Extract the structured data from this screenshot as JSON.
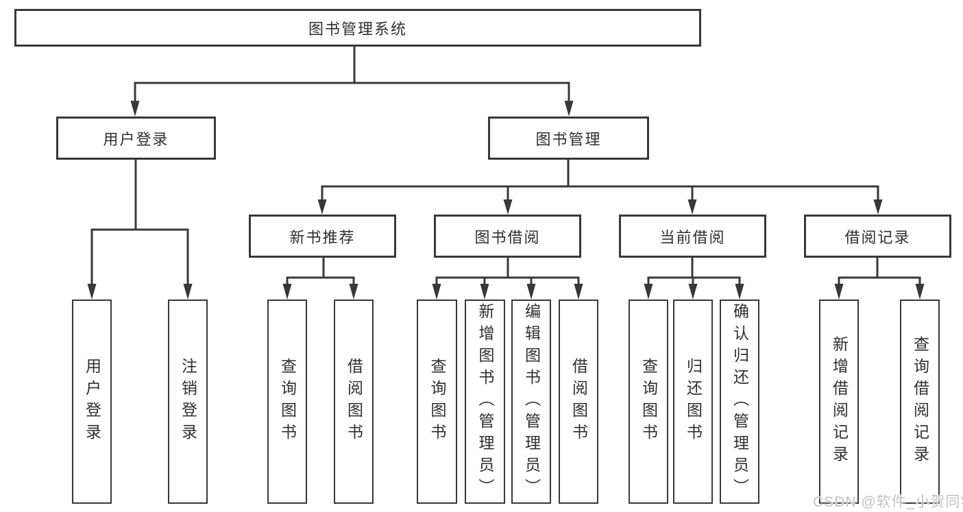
{
  "nodes": {
    "root": "图书管理系统",
    "user_login": "用户登录",
    "book_mgmt": "图书管理",
    "new_book_rec": "新书推荐",
    "book_borrow": "图书借阅",
    "current_borrow": "当前借阅",
    "borrow_record": "借阅记录",
    "ul_user_login": "用户登录",
    "ul_logout": "注销登录",
    "nbr_query_book": "查询图书",
    "nbr_borrow_book": "借阅图书",
    "bb_query_book": "查询图书",
    "bb_add_book": "新增图书（管理员）",
    "bb_edit_book": "编辑图书（管理员）",
    "bb_borrow_book": "借阅图书",
    "cb_query_book": "查询图书",
    "cb_return_book": "归还图书",
    "cb_confirm_return": "确认归还（管理员）",
    "br_add_record": "新增借阅记录",
    "br_query_record": "查询借阅记录"
  },
  "watermark": "CSDN @软件_小贺同学",
  "colors": {
    "line": "#383838",
    "border": "#383838",
    "text": "#2f2f2f",
    "watermark": "#c2c2c2",
    "background": "#ffffff"
  }
}
